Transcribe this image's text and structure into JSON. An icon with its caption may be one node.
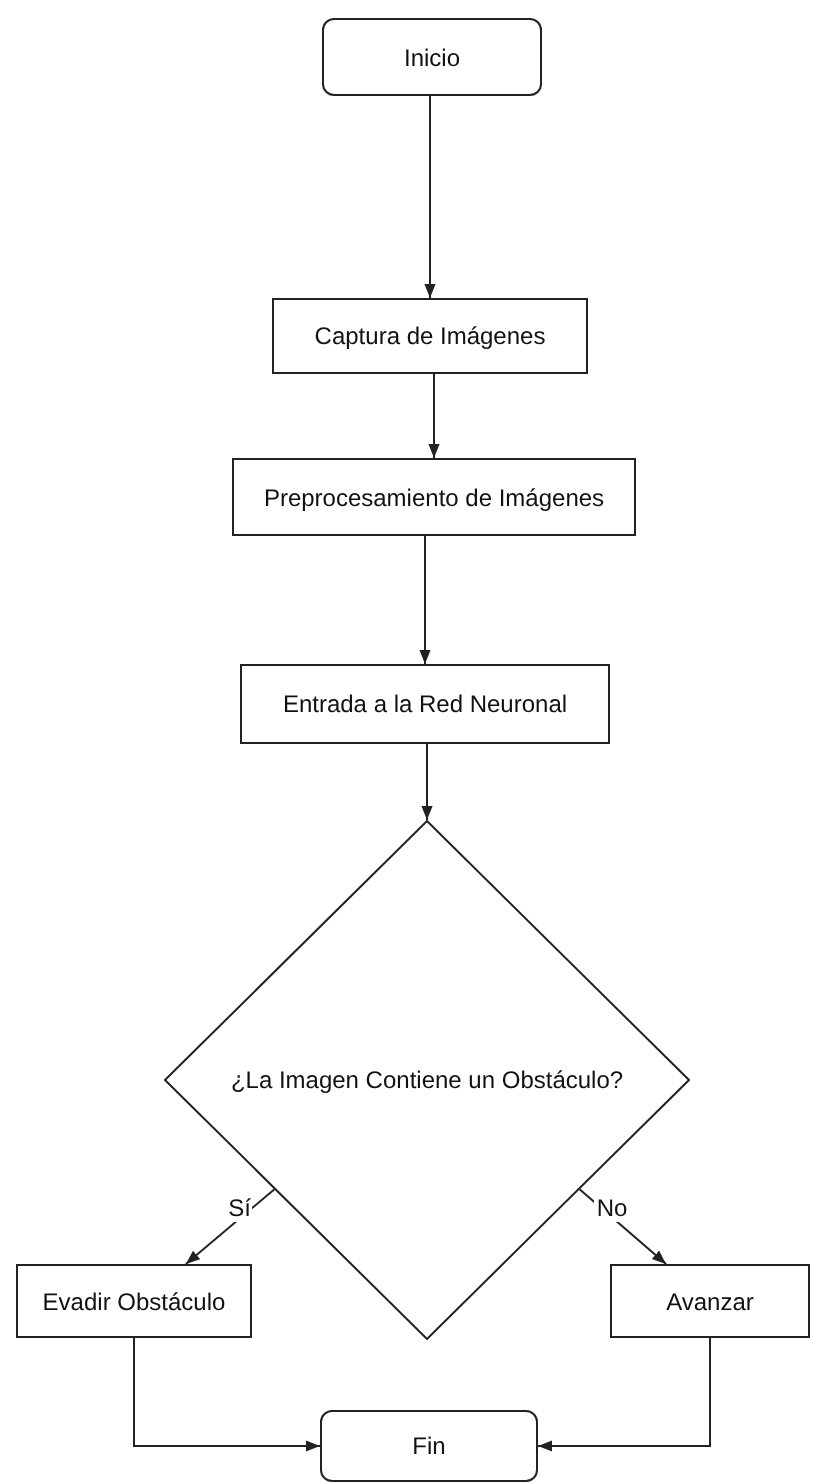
{
  "diagram": {
    "nodes": [
      {
        "text": [
          "Inicio"
        ]
      },
      {
        "text": [
          "Captura de Imágenes"
        ]
      },
      {
        "text": [
          "Preprocesamiento de Imágenes"
        ]
      },
      {
        "text": [
          "Entrada a la Red Neuronal"
        ]
      },
      {
        "text": [
          "¿La Imagen Contiene un Obstáculo?"
        ]
      },
      {
        "text": [
          "Evadir Obstáculo"
        ]
      },
      {
        "text": [
          "Avanzar"
        ]
      },
      {
        "text": [
          "Fin"
        ]
      }
    ],
    "edges": [
      {
        "from": 0,
        "to": 1,
        "arrow": "to"
      },
      {
        "from": 1,
        "to": 2,
        "arrow": "to"
      },
      {
        "from": 2,
        "to": 3,
        "arrow": "to"
      },
      {
        "from": 3,
        "to": 4,
        "arrow": "to"
      },
      {
        "from": 4,
        "to": 5,
        "arrow": "to",
        "label": "Sí"
      },
      {
        "from": 4,
        "to": 6,
        "arrow": "to",
        "label": "No"
      },
      {
        "from": 5,
        "to": 7,
        "arrow": "to"
      },
      {
        "from": 6,
        "to": 7,
        "arrow": "to"
      }
    ]
  }
}
